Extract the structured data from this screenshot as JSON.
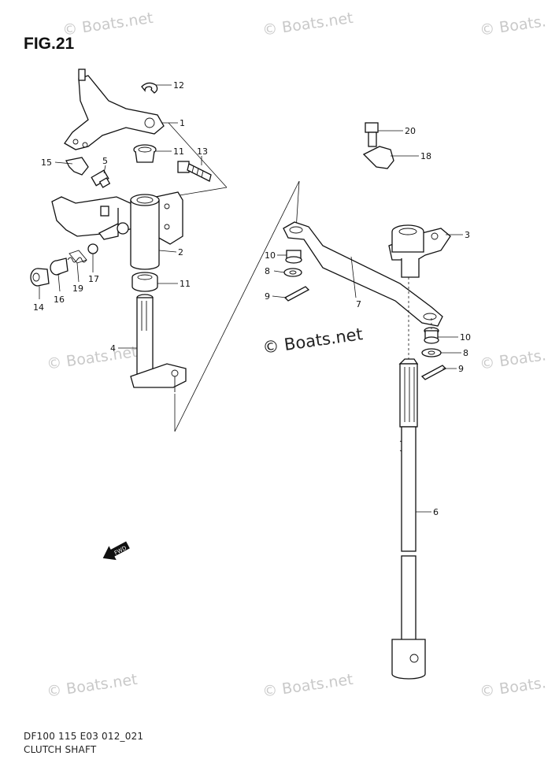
{
  "figure": {
    "title": "FIG.21"
  },
  "footer": {
    "code": "DF100 115 E03 012_021",
    "name": "CLUTCH SHAFT"
  },
  "watermarks": {
    "copyright": "© Boats.net",
    "partial": "© Boats.",
    "main": "© Boats.net"
  },
  "fwd_badge": "FWD",
  "callouts": {
    "c12": "12",
    "c1": "1",
    "c11a": "11",
    "c13": "13",
    "c15": "15",
    "c5": "5",
    "c2": "2",
    "c11b": "11",
    "c14": "14",
    "c16": "16",
    "c19": "19",
    "c17": "17",
    "c4": "4",
    "c20": "20",
    "c18": "18",
    "c3": "3",
    "c10a": "10",
    "c8a": "8",
    "c9a": "9",
    "c7": "7",
    "c10b": "10",
    "c8b": "8",
    "c9b": "9",
    "c6": "6"
  },
  "colors": {
    "line": "#111111",
    "watermark": "#c9c9c9",
    "background": "#ffffff"
  }
}
